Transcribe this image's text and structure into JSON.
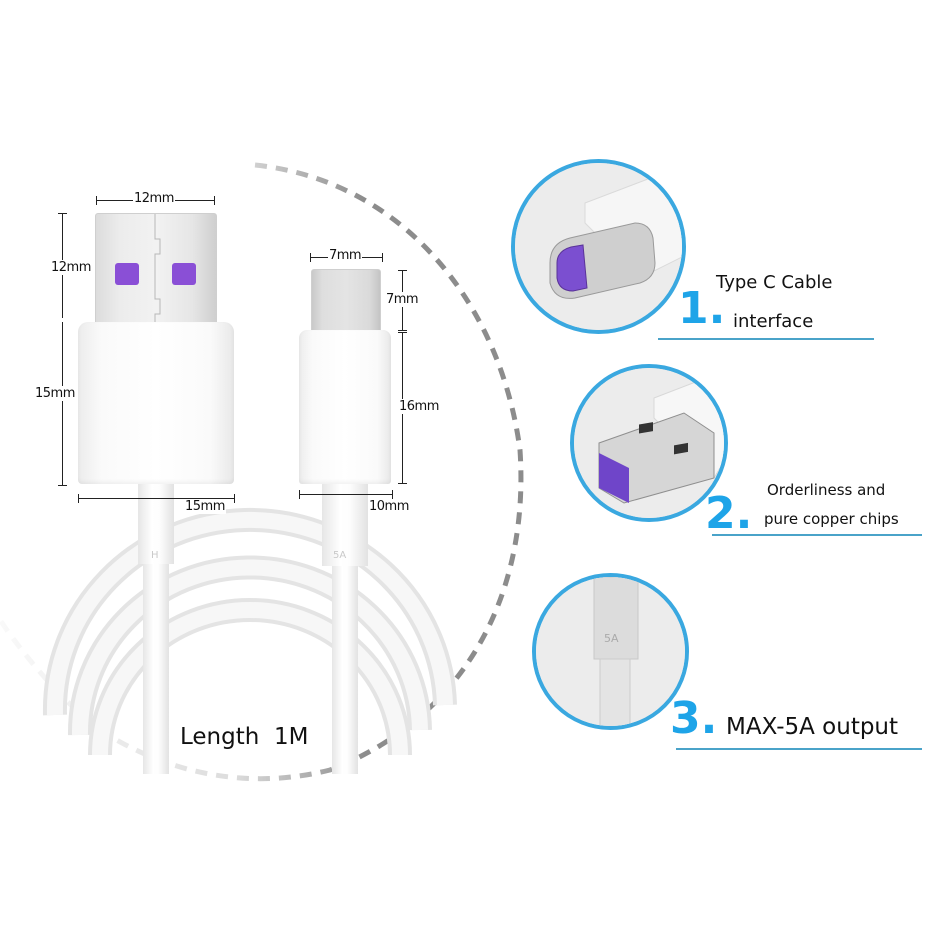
{
  "diagram": {
    "usb_a": {
      "width_label": "12mm",
      "plug_height_label": "12mm",
      "housing_height_label": "15mm",
      "housing_width_label": "15mm",
      "cable_mark": "H"
    },
    "usb_c": {
      "width_label": "7mm",
      "plug_height_label": "7mm",
      "housing_height_label": "16mm",
      "housing_width_label": "10mm",
      "cable_mark": "5A"
    },
    "length_label": "Length  1M"
  },
  "features": [
    {
      "number": "1.",
      "line1": "Type C Cable",
      "line2": "interface",
      "image": "usb-c-connector-closeup"
    },
    {
      "number": "2.",
      "line1": "Orderliness and",
      "line2": "pure copper chips",
      "image": "usb-a-connector-closeup"
    },
    {
      "number": "3.",
      "line1": "MAX-5A output",
      "image": "cable-5a-marking-closeup",
      "mark": "5A"
    }
  ],
  "colors": {
    "accent_blue": "#1ea4e8",
    "circle_border": "#3aa8e0",
    "underline": "#4aa3c9",
    "pin_purple": "#8a4fd6",
    "dashed_arc": "#8c8c8c"
  }
}
